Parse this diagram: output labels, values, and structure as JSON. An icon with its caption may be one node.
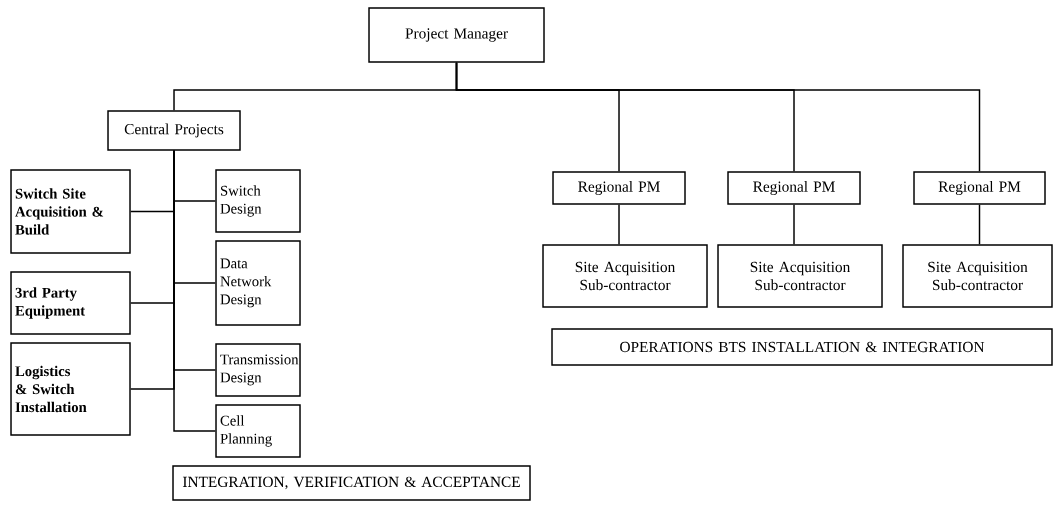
{
  "diagram": {
    "nodes": [
      {
        "text": [
          "Project Manager"
        ]
      },
      {
        "text": [
          "Central Projects"
        ]
      },
      {
        "text": [
          "Switch Site Acquisition & Build"
        ]
      },
      {
        "text": [
          "Switch Design"
        ]
      },
      {
        "text": [
          "3rd Party Equipment"
        ]
      },
      {
        "text": [
          "Data Network Design"
        ]
      },
      {
        "text": [
          "Logistics & Switch Installation"
        ]
      },
      {
        "text": [
          "Transmission Design"
        ]
      },
      {
        "text": [
          "Cell Planning"
        ]
      },
      {
        "text": [
          "INTEGRATION, VERIFICATION & ACCEPTANCE"
        ]
      },
      {
        "text": [
          "Regional PM"
        ]
      },
      {
        "text": [
          "Regional PM"
        ]
      },
      {
        "text": [
          "Regional PM"
        ]
      },
      {
        "text": [
          "Site Acquisition Sub-contractor"
        ]
      },
      {
        "text": [
          "Site Acquisition Sub-contractor"
        ]
      },
      {
        "text": [
          "Site Acquisition Sub-contractor"
        ]
      },
      {
        "text": [
          "OPERATIONS BTS INSTALLATION & INTEGRATION"
        ]
      }
    ],
    "edges": [
      {
        "from": 0,
        "to": 1,
        "arrow": "none"
      },
      {
        "from": 0,
        "to": 10,
        "arrow": "none"
      },
      {
        "from": 0,
        "to": 11,
        "arrow": "none"
      },
      {
        "from": 0,
        "to": 12,
        "arrow": "none"
      },
      {
        "from": 1,
        "to": 3,
        "arrow": "none"
      },
      {
        "from": 1,
        "to": 2,
        "arrow": "none"
      },
      {
        "from": 1,
        "to": 5,
        "arrow": "none"
      },
      {
        "from": 1,
        "to": 4,
        "arrow": "none"
      },
      {
        "from": 1,
        "to": 7,
        "arrow": "none"
      },
      {
        "from": 1,
        "to": 6,
        "arrow": "none"
      },
      {
        "from": 1,
        "to": 8,
        "arrow": "none"
      },
      {
        "from": 10,
        "to": 13,
        "arrow": "none"
      },
      {
        "from": 11,
        "to": 14,
        "arrow": "none"
      },
      {
        "from": 12,
        "to": 15,
        "arrow": "none"
      }
    ]
  }
}
